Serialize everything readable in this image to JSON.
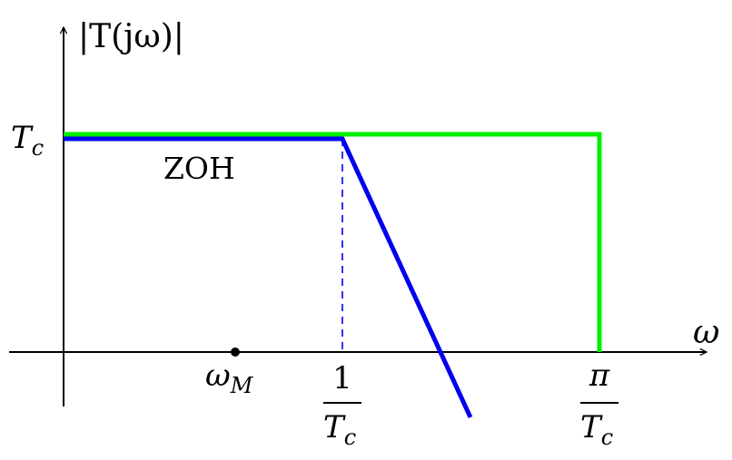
{
  "axes": {
    "y_label": "|T(jω)|",
    "x_label": "ω"
  },
  "labels": {
    "y_tick": {
      "main": "T",
      "sub": "c"
    },
    "zoh": "ZOH",
    "omega_m": {
      "main": "ω",
      "sub": "M"
    },
    "freq_1": {
      "num": "1",
      "den_main": "T",
      "den_sub": "c"
    },
    "freq_pi": {
      "num": "π",
      "den_main": "T",
      "den_sub": "c"
    }
  },
  "colors": {
    "ideal": "#00ee00",
    "zoh": "#0000ee",
    "axis": "#000000"
  }
}
